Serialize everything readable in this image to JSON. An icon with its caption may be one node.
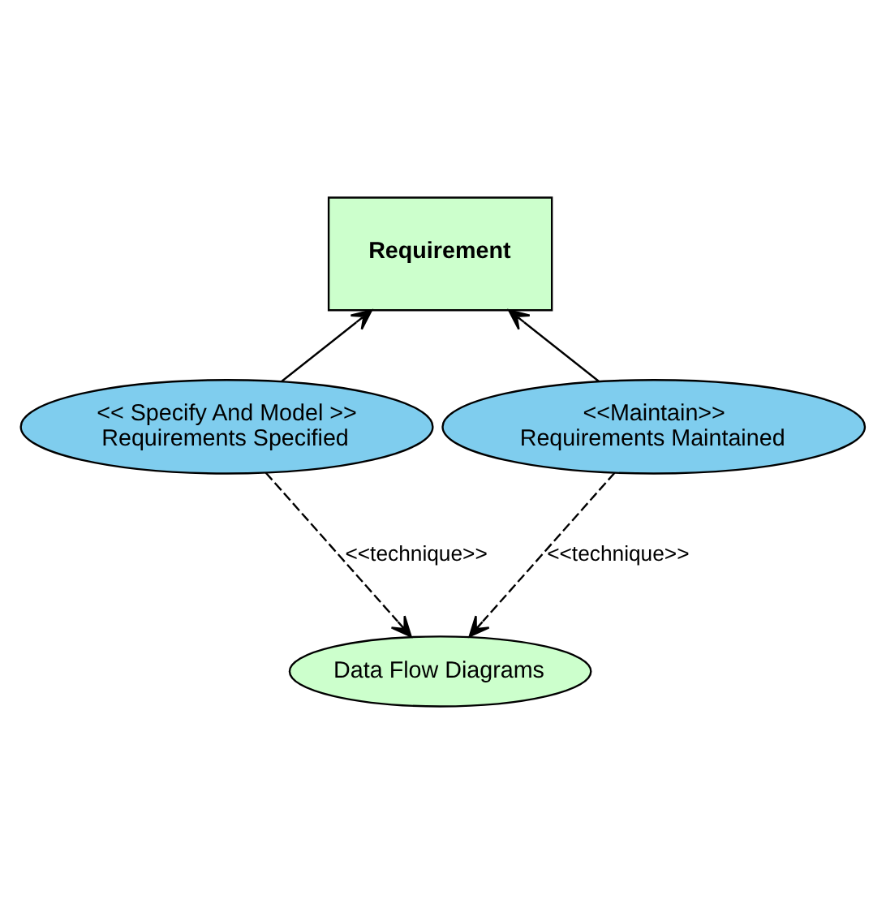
{
  "diagram": {
    "nodes": [
      {
        "text": [
          "Requirement"
        ]
      },
      {
        "text": [
          "<< Specify And Model >>",
          "Requirements Specified"
        ]
      },
      {
        "text": [
          "<<Maintain>>",
          "Requirements Maintained"
        ]
      },
      {
        "text": [
          "Data Flow Diagrams"
        ]
      }
    ],
    "edges": [
      {
        "from": 1,
        "to": 0,
        "arrow": "to"
      },
      {
        "from": 2,
        "to": 0,
        "arrow": "to"
      },
      {
        "from": 1,
        "to": 3,
        "arrow": "to",
        "style": "dashed",
        "label": "<<technique>>"
      },
      {
        "from": 2,
        "to": 3,
        "arrow": "to",
        "style": "dashed",
        "label": "<<technique>>"
      }
    ]
  }
}
